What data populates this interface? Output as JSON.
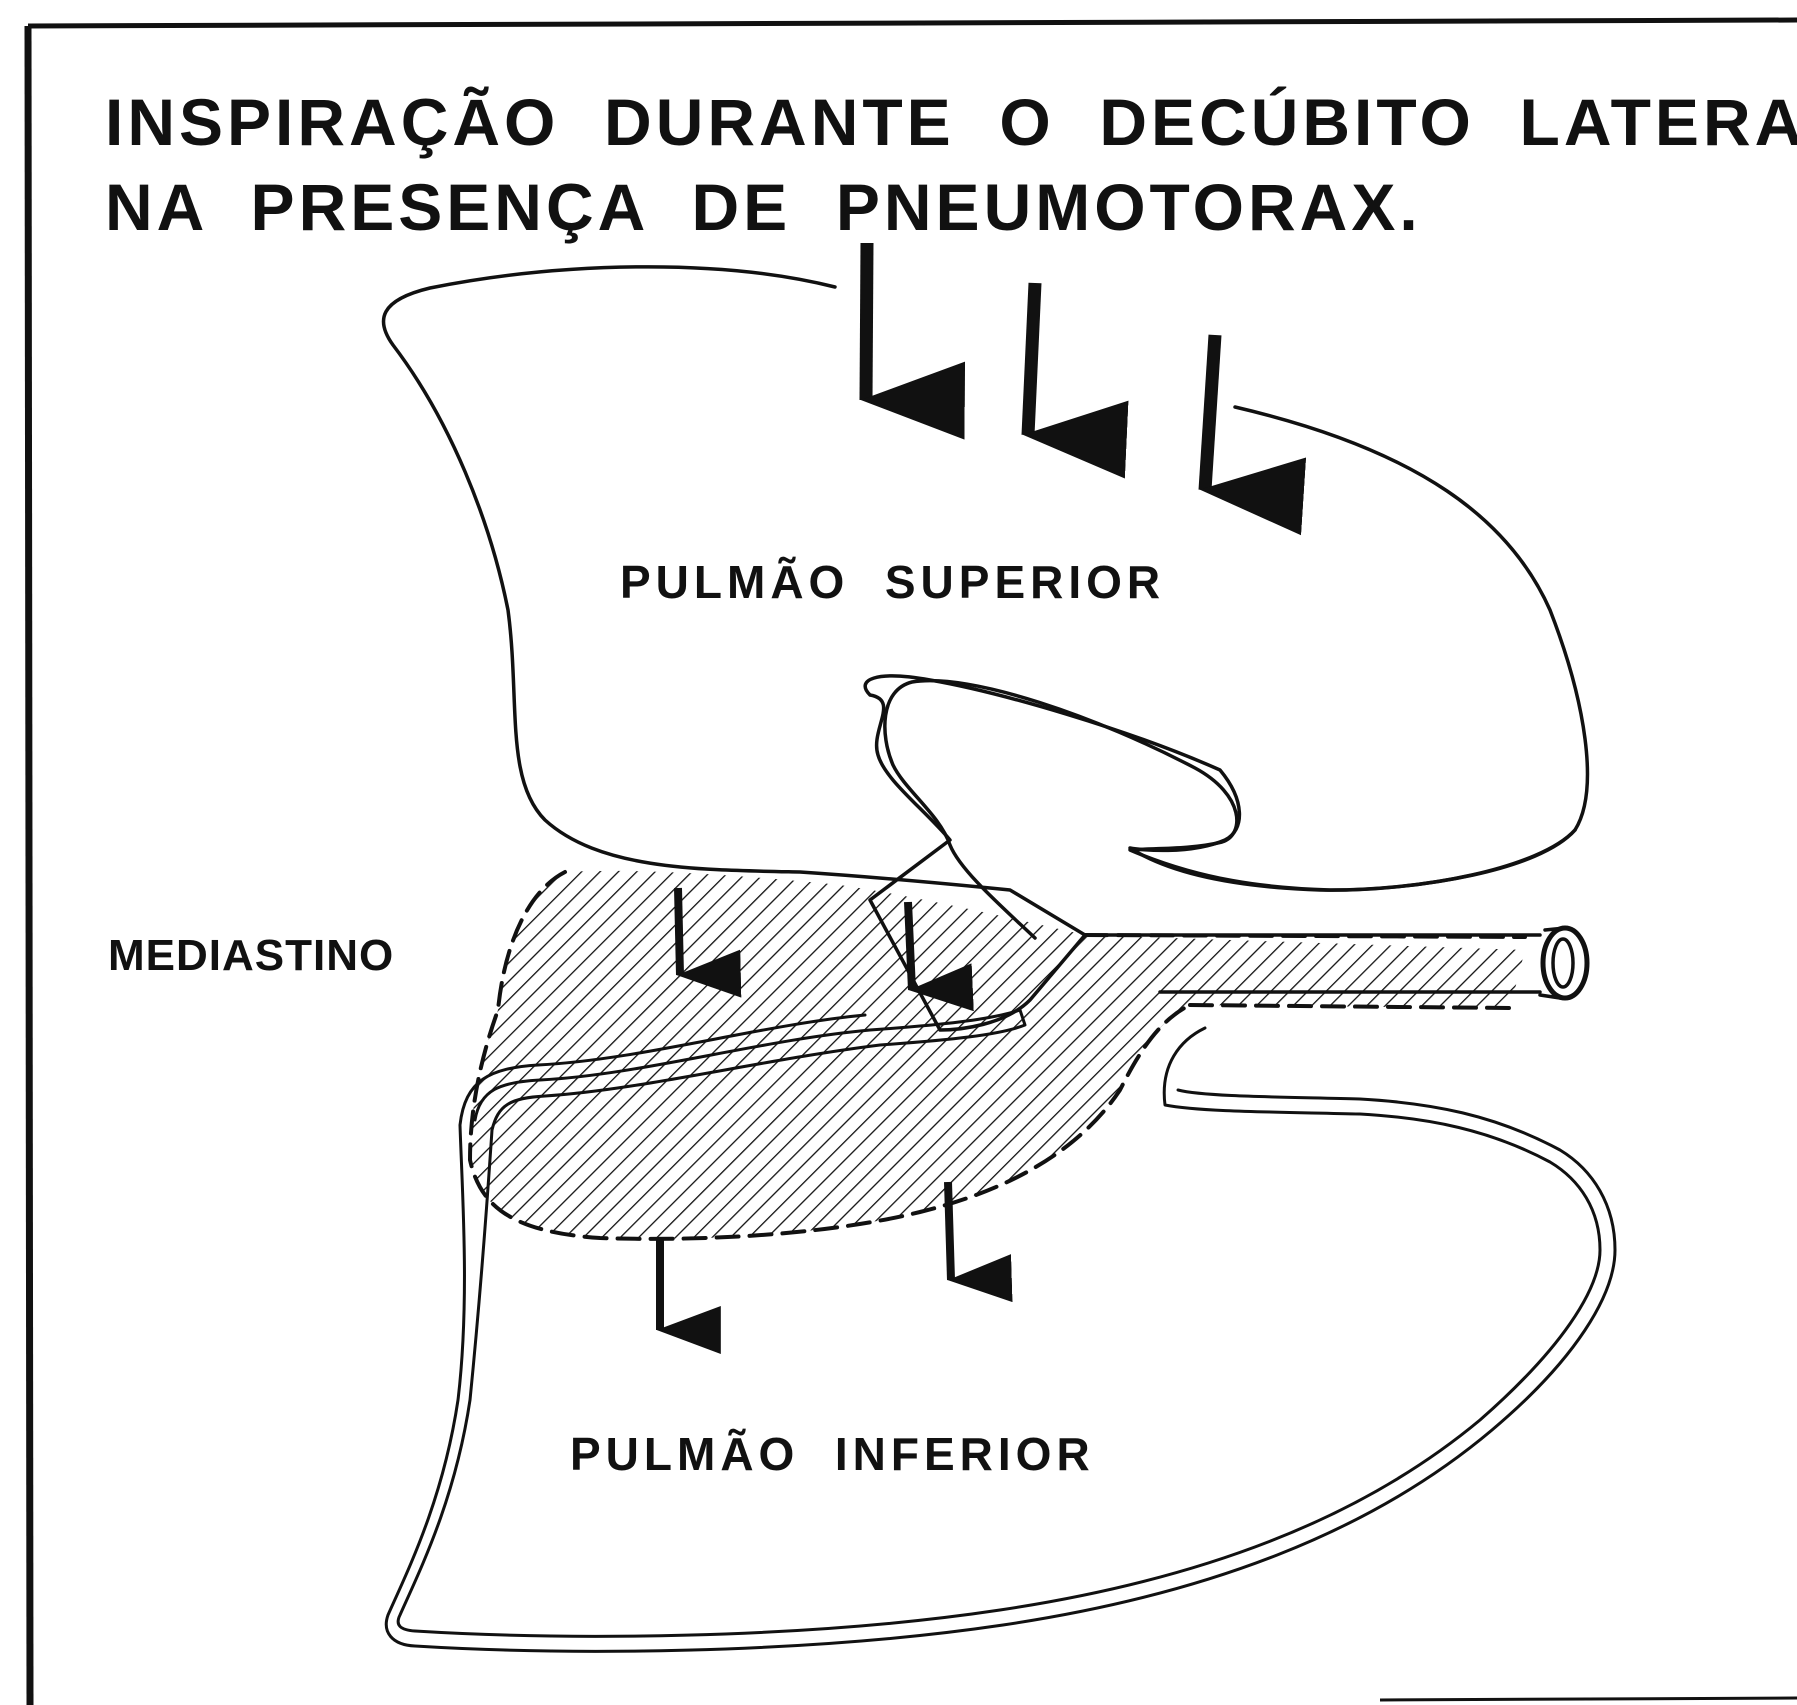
{
  "title": {
    "line1": "INSPIRAÇÃO  DURANTE  O  DECÚBITO  LATERAL",
    "line2": "NA  PRESENÇA  DE  PNEUMOTORAX."
  },
  "labels": {
    "upper_lung": "PULMÃO  SUPERIOR",
    "mediastinum": "MEDIASTINO",
    "lower_lung": "PULMÃO  INFERIOR"
  },
  "colors": {
    "ink": "#111111",
    "background": "#ffffff"
  },
  "icons": {
    "arrow": "down-arrow-icon"
  }
}
